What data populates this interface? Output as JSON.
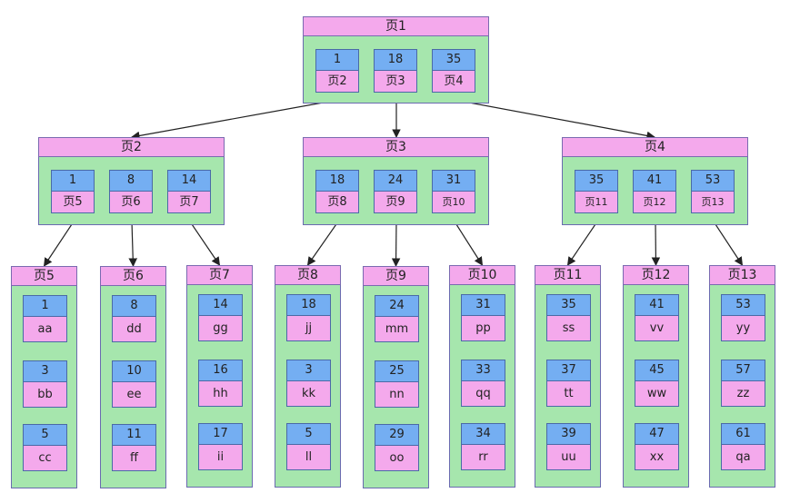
{
  "root": {
    "title": "页1",
    "entries": [
      {
        "key": "1",
        "ptr": "页2"
      },
      {
        "key": "18",
        "ptr": "页3"
      },
      {
        "key": "35",
        "ptr": "页4"
      }
    ]
  },
  "internal": [
    {
      "title": "页2",
      "entries": [
        {
          "key": "1",
          "ptr": "页5"
        },
        {
          "key": "8",
          "ptr": "页6"
        },
        {
          "key": "14",
          "ptr": "页7"
        }
      ]
    },
    {
      "title": "页3",
      "entries": [
        {
          "key": "18",
          "ptr": "页8"
        },
        {
          "key": "24",
          "ptr": "页9"
        },
        {
          "key": "31",
          "ptr": "页10"
        }
      ]
    },
    {
      "title": "页4",
      "entries": [
        {
          "key": "35",
          "ptr": "页11"
        },
        {
          "key": "41",
          "ptr": "页12"
        },
        {
          "key": "53",
          "ptr": "页13"
        }
      ]
    }
  ],
  "leaves": [
    {
      "title": "页5",
      "records": [
        {
          "key": "1",
          "val": "aa"
        },
        {
          "key": "3",
          "val": "bb"
        },
        {
          "key": "5",
          "val": "cc"
        }
      ]
    },
    {
      "title": "页6",
      "records": [
        {
          "key": "8",
          "val": "dd"
        },
        {
          "key": "10",
          "val": "ee"
        },
        {
          "key": "11",
          "val": "ff"
        }
      ]
    },
    {
      "title": "页7",
      "records": [
        {
          "key": "14",
          "val": "gg"
        },
        {
          "key": "16",
          "val": "hh"
        },
        {
          "key": "17",
          "val": "ii"
        }
      ]
    },
    {
      "title": "页8",
      "records": [
        {
          "key": "18",
          "val": "jj"
        },
        {
          "key": "3",
          "val": "kk"
        },
        {
          "key": "5",
          "val": "ll"
        }
      ]
    },
    {
      "title": "页9",
      "records": [
        {
          "key": "24",
          "val": "mm"
        },
        {
          "key": "25",
          "val": "nn"
        },
        {
          "key": "29",
          "val": "oo"
        }
      ]
    },
    {
      "title": "页10",
      "records": [
        {
          "key": "31",
          "val": "pp"
        },
        {
          "key": "33",
          "val": "qq"
        },
        {
          "key": "34",
          "val": "rr"
        }
      ]
    },
    {
      "title": "页11",
      "records": [
        {
          "key": "35",
          "val": "ss"
        },
        {
          "key": "37",
          "val": "tt"
        },
        {
          "key": "39",
          "val": "uu"
        }
      ]
    },
    {
      "title": "页12",
      "records": [
        {
          "key": "41",
          "val": "vv"
        },
        {
          "key": "45",
          "val": "ww"
        },
        {
          "key": "47",
          "val": "xx"
        }
      ]
    },
    {
      "title": "页13",
      "records": [
        {
          "key": "53",
          "val": "yy"
        },
        {
          "key": "57",
          "val": "zz"
        },
        {
          "key": "61",
          "val": "qa"
        }
      ]
    }
  ],
  "colors": {
    "title_fill": "#f4a9ec",
    "body_fill": "#a6e6ad",
    "key_fill": "#74aef2",
    "edge": "#222222"
  }
}
